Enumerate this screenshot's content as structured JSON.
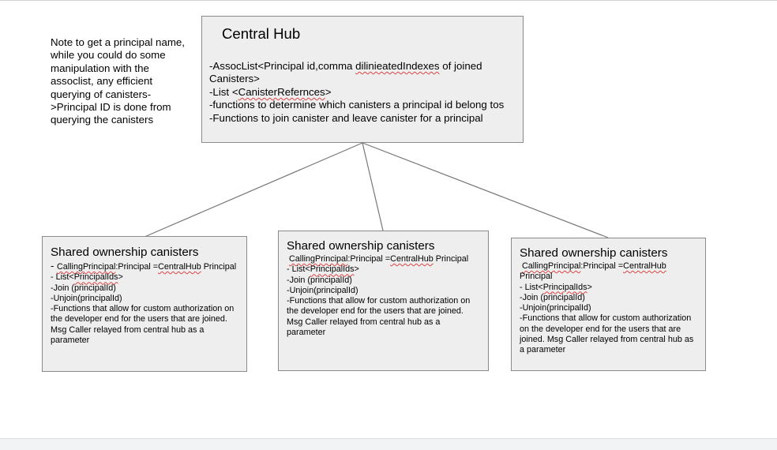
{
  "note": "Note to get a principal name, while you could do some manipulation with the assoclist, any efficient querying of canisters->Principal ID is done from querying the canisters",
  "hub": {
    "title": "Central Hub",
    "line1_a": "-AssocList<Principal id,comma ",
    "line1_b": "dilinieatedIndexes",
    "line1_c": " of joined",
    "line2": "Canisters>",
    "line3_a": "-List <",
    "line3_b": "CanisterRefernces",
    "line3_c": ">",
    "line4": "-functions to determine which canisters a principal id belong tos",
    "line5": "-Functions to join canister and leave canister for a principal"
  },
  "children": [
    {
      "title": "Shared ownership canisters",
      "prefix": "- ",
      "caller_a": "CallingPrincipal",
      "caller_b": ":Principal =",
      "caller_c": "CentralHub",
      "caller_d": " Principal",
      "list_a": "- List<",
      "list_b": "PrincipalIds",
      "list_c": ">",
      "join": "-Join (principalId)",
      "unjoin": "-Unjoin(principalId)",
      "functions": "-Functions that allow for custom authorization on the developer end for the users that are joined. Msg Caller relayed from central hub as a parameter"
    },
    {
      "title": "Shared ownership canisters",
      "prefix": " ",
      "caller_a": "CallingPrincipal",
      "caller_b": ":Principal =",
      "caller_c": "CentralHub",
      "caller_d": " Principal",
      "list_a": "- List<",
      "list_b": "PrincipalIds",
      "list_c": ">",
      "join": "-Join (principalId)",
      "unjoin": "-Unjoin(principalId)",
      "functions": "-Functions that allow for custom authorization on the developer end for the users that are joined. Msg Caller relayed from central hub as a parameter"
    },
    {
      "title": "Shared ownership canisters",
      "prefix": " ",
      "caller_a": "CallingPrincipal",
      "caller_b": ":Principal =",
      "caller_c": "CentralHub",
      "caller_d": " Principal",
      "list_a": "- List<",
      "list_b": "PrincipalIds",
      "list_c": ">",
      "join": "-Join (principalId)",
      "unjoin": "-Unjoin(principalId)",
      "functions": "-Functions that allow for custom authorization on the developer end for the users that are joined. Msg Caller relayed from central hub as a parameter"
    }
  ],
  "colors": {
    "box_fill": "#eeeeee",
    "box_border": "#8a8a8a",
    "connector": "#777777",
    "spellcheck_underline": "#dd4444"
  }
}
